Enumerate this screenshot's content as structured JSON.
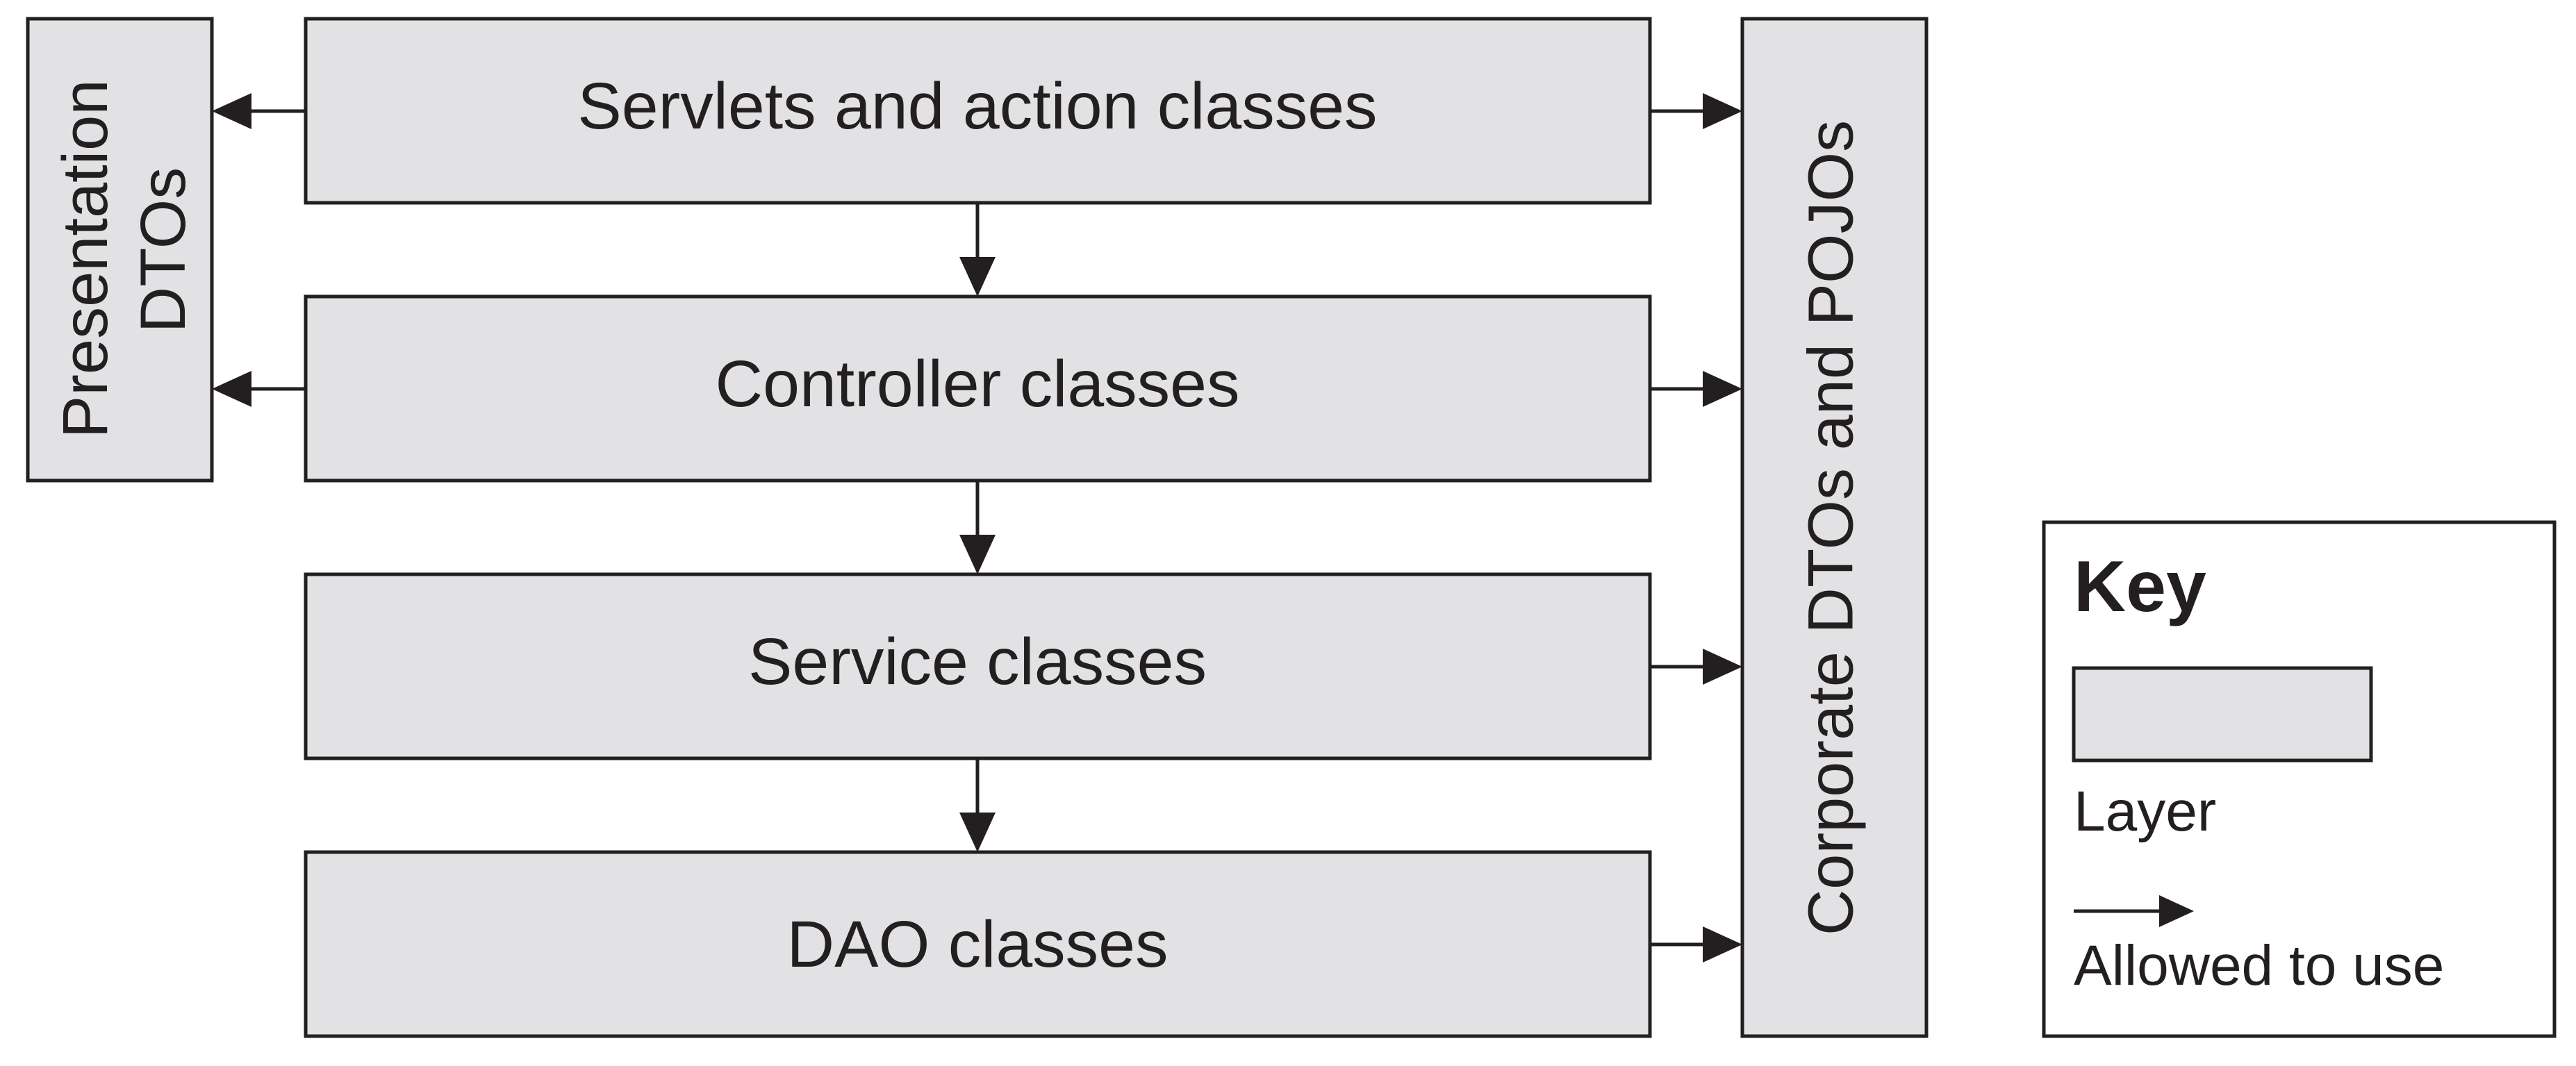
{
  "layers": {
    "servlets": "Servlets and action classes",
    "controller": "Controller classes",
    "service": "Service classes",
    "dao": "DAO classes"
  },
  "presentation_dtos": [
    "Presentation",
    "DTOs"
  ],
  "corporate_dtos": "Corporate DTOs and POJOs",
  "key": {
    "title": "Key",
    "layer_label": "Layer",
    "arrow_label": "Allowed to use"
  },
  "colors": {
    "layer_fill": "#e2e2e4",
    "stroke": "#231f20",
    "background": "#ffffff"
  }
}
